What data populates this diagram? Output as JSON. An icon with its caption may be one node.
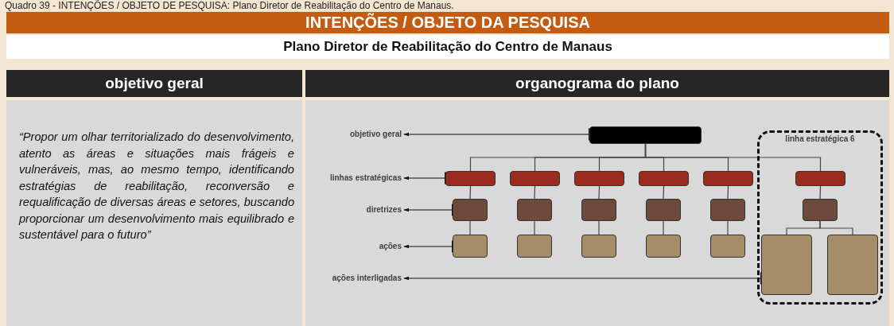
{
  "diagram": {
    "title": "INTENÇÕES / OBJETO DA PESQUISA",
    "caption": "Quadro 39 - INTENÇÕES / OBJETO DE PESQUISA: Plano Diretor de Reabilitação do Centro de Manaus.",
    "nodes": [
      {
        "text": [
          "objetivo geral"
        ]
      },
      {
        "text": [],
        "shape": "box"
      },
      {
        "text": [
          "linhas estratégicas"
        ]
      },
      {
        "text": [],
        "shape": "box"
      },
      {
        "text": [],
        "shape": "box"
      },
      {
        "text": [],
        "shape": "box"
      },
      {
        "text": [],
        "shape": "box"
      },
      {
        "text": [],
        "shape": "box"
      },
      {
        "text": [
          "linha estratégica 6"
        ]
      },
      {
        "text": [],
        "shape": "box",
        "in": 8
      },
      {
        "text": [
          "diretrizes"
        ]
      },
      {
        "text": [],
        "shape": "box"
      },
      {
        "text": [],
        "shape": "box"
      },
      {
        "text": [],
        "shape": "box"
      },
      {
        "text": [],
        "shape": "box"
      },
      {
        "text": [],
        "shape": "box"
      },
      {
        "text": [],
        "shape": "box",
        "in": 8
      },
      {
        "text": [
          "ações"
        ]
      },
      {
        "text": [],
        "shape": "box"
      },
      {
        "text": [],
        "shape": "box"
      },
      {
        "text": [],
        "shape": "box"
      },
      {
        "text": [],
        "shape": "box"
      },
      {
        "text": [],
        "shape": "box"
      },
      {
        "text": [],
        "shape": "box",
        "in": 8
      },
      {
        "text": [],
        "shape": "box",
        "in": 8
      },
      {
        "text": [
          "ações interligadas"
        ]
      }
    ],
    "edges": [
      {
        "from": 1,
        "to": 0,
        "arrow": "to"
      },
      {
        "from": 1,
        "to": 3,
        "arrow": "none"
      },
      {
        "from": 1,
        "to": 4,
        "arrow": "none"
      },
      {
        "from": 1,
        "to": 5,
        "arrow": "none"
      },
      {
        "from": 1,
        "to": 6,
        "arrow": "none"
      },
      {
        "from": 1,
        "to": 7,
        "arrow": "none"
      },
      {
        "from": 1,
        "to": 9,
        "arrow": "none"
      },
      {
        "from": 3,
        "to": 2,
        "arrow": "to"
      },
      {
        "from": 3,
        "to": 11,
        "arrow": "none"
      },
      {
        "from": 4,
        "to": 12,
        "arrow": "none"
      },
      {
        "from": 5,
        "to": 13,
        "arrow": "none"
      },
      {
        "from": 6,
        "to": 14,
        "arrow": "none"
      },
      {
        "from": 7,
        "to": 15,
        "arrow": "none"
      },
      {
        "from": 9,
        "to": 16,
        "arrow": "none"
      },
      {
        "from": 11,
        "to": 10,
        "arrow": "to"
      },
      {
        "from": 11,
        "to": 18,
        "arrow": "none"
      },
      {
        "from": 12,
        "to": 19,
        "arrow": "none"
      },
      {
        "from": 13,
        "to": 20,
        "arrow": "none"
      },
      {
        "from": 14,
        "to": 21,
        "arrow": "none"
      },
      {
        "from": 15,
        "to": 22,
        "arrow": "none"
      },
      {
        "from": 16,
        "to": 23,
        "arrow": "none"
      },
      {
        "from": 16,
        "to": 24,
        "arrow": "none"
      },
      {
        "from": 18,
        "to": 17,
        "arrow": "to"
      },
      {
        "from": 23,
        "to": 25,
        "arrow": "to"
      }
    ],
    "labels": [
      "Plano Diretor de Reabilitação do Centro de Manaus",
      "objetivo geral",
      "organograma do plano",
      "“Propor um olhar territorializado do desenvolvimento, atento as áreas e situações mais frágeis e vulneráveis, mas, ao mesmo tempo, identificando estratégias de reabilitação, reconversão e requalificação de diversas áreas e setores, buscando proporcionar um desenvolvimento mais equilibrado e sustentável para o futuro”"
    ]
  }
}
